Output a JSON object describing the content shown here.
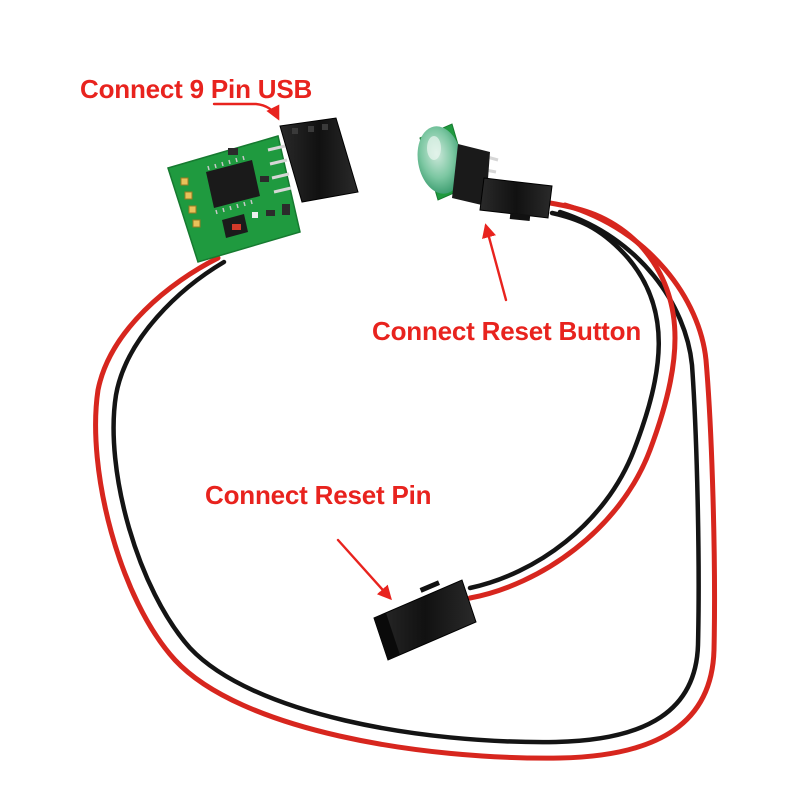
{
  "annotations": {
    "usb_label": "Connect 9 Pin USB",
    "button_label": "Connect Reset Button",
    "pin_label": "Connect Reset Pin"
  },
  "colors": {
    "annotation_text": "#e8231e",
    "arrow": "#e8231e",
    "pcb": "#1f9a3f",
    "wire_red": "#d7261e",
    "wire_black": "#141414",
    "connector": "#1b1b1b",
    "button_cap": "#6dc29a"
  }
}
